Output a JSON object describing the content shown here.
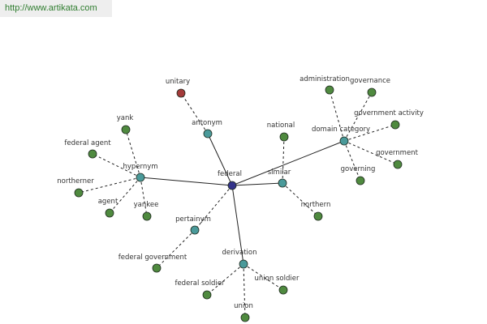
{
  "banner": {
    "url_text": "http://www.artikata.com"
  },
  "colors": {
    "center": "#33338a",
    "relation": "#4a9a9a",
    "leaf": "#4f8a3f",
    "antonym_leaf": "#a33a3a"
  },
  "graph": {
    "nodes": [
      {
        "id": "federal",
        "label": "federal",
        "kind": "center"
      },
      {
        "id": "antonym",
        "label": "antonym",
        "kind": "relation"
      },
      {
        "id": "hypernym",
        "label": "hypernym",
        "kind": "relation"
      },
      {
        "id": "similar",
        "label": "similar",
        "kind": "relation"
      },
      {
        "id": "domain_category",
        "label": "domain category",
        "kind": "relation"
      },
      {
        "id": "pertainym",
        "label": "pertainym",
        "kind": "relation"
      },
      {
        "id": "derivation",
        "label": "derivation",
        "kind": "relation"
      },
      {
        "id": "unitary",
        "label": "unitary",
        "kind": "antonym_leaf"
      },
      {
        "id": "yank",
        "label": "yank",
        "kind": "leaf"
      },
      {
        "id": "federal_agent",
        "label": "federal agent",
        "kind": "leaf"
      },
      {
        "id": "northerner",
        "label": "northerner",
        "kind": "leaf"
      },
      {
        "id": "agent",
        "label": "agent",
        "kind": "leaf"
      },
      {
        "id": "yankee",
        "label": "yankee",
        "kind": "leaf"
      },
      {
        "id": "national",
        "label": "national",
        "kind": "leaf"
      },
      {
        "id": "northern",
        "label": "northern",
        "kind": "leaf"
      },
      {
        "id": "administration",
        "label": "administration",
        "kind": "leaf"
      },
      {
        "id": "governance",
        "label": "governance",
        "kind": "leaf"
      },
      {
        "id": "government_activity",
        "label": "government activity",
        "kind": "leaf"
      },
      {
        "id": "government",
        "label": "government",
        "kind": "leaf"
      },
      {
        "id": "governing",
        "label": "governing",
        "kind": "leaf"
      },
      {
        "id": "federal_government",
        "label": "federal government",
        "kind": "leaf"
      },
      {
        "id": "federal_soldier",
        "label": "federal soldier",
        "kind": "leaf"
      },
      {
        "id": "union_soldier",
        "label": "union soldier",
        "kind": "leaf"
      },
      {
        "id": "union",
        "label": "union",
        "kind": "leaf"
      }
    ],
    "edges": [
      {
        "from": "federal",
        "to": "antonym",
        "style": "solid"
      },
      {
        "from": "federal",
        "to": "hypernym",
        "style": "solid"
      },
      {
        "from": "federal",
        "to": "similar",
        "style": "solid"
      },
      {
        "from": "federal",
        "to": "domain_category",
        "style": "solid"
      },
      {
        "from": "federal",
        "to": "pertainym",
        "style": "dashed"
      },
      {
        "from": "federal",
        "to": "derivation",
        "style": "solid"
      },
      {
        "from": "antonym",
        "to": "unitary",
        "style": "dashed"
      },
      {
        "from": "hypernym",
        "to": "yank",
        "style": "dashed"
      },
      {
        "from": "hypernym",
        "to": "federal_agent",
        "style": "dashed"
      },
      {
        "from": "hypernym",
        "to": "northerner",
        "style": "dashed"
      },
      {
        "from": "hypernym",
        "to": "agent",
        "style": "dashed"
      },
      {
        "from": "hypernym",
        "to": "yankee",
        "style": "dashed"
      },
      {
        "from": "similar",
        "to": "national",
        "style": "dashed"
      },
      {
        "from": "similar",
        "to": "northern",
        "style": "dashed"
      },
      {
        "from": "domain_category",
        "to": "administration",
        "style": "dashed"
      },
      {
        "from": "domain_category",
        "to": "governance",
        "style": "dashed"
      },
      {
        "from": "domain_category",
        "to": "government_activity",
        "style": "dashed"
      },
      {
        "from": "domain_category",
        "to": "government",
        "style": "dashed"
      },
      {
        "from": "domain_category",
        "to": "governing",
        "style": "dashed"
      },
      {
        "from": "pertainym",
        "to": "federal_government",
        "style": "dashed"
      },
      {
        "from": "derivation",
        "to": "federal_soldier",
        "style": "dashed"
      },
      {
        "from": "derivation",
        "to": "union_soldier",
        "style": "dashed"
      },
      {
        "from": "derivation",
        "to": "union",
        "style": "dashed"
      }
    ]
  }
}
